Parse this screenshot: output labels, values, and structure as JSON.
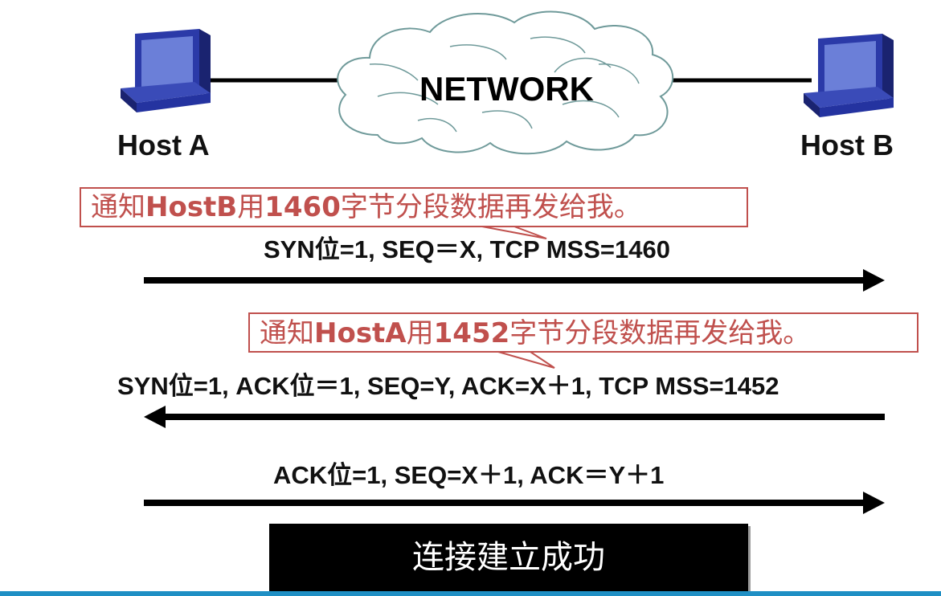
{
  "hosts": {
    "a_label": "Host A",
    "b_label": "Host B"
  },
  "network_label": "NETWORK",
  "callouts": [
    {
      "parts": [
        "通知",
        "HostB",
        "用",
        "1460",
        "字节分段数据再发给我。"
      ]
    },
    {
      "parts": [
        "通知",
        "HostA",
        "用",
        "1452",
        "字节分段数据再发给我。"
      ]
    }
  ],
  "messages": [
    {
      "text": "SYN位=1, SEQ＝X, TCP MSS=1460",
      "direction": "right"
    },
    {
      "text": "SYN位=1, ACK位＝1, SEQ=Y, ACK=X＋1, TCP MSS=1452",
      "direction": "left"
    },
    {
      "text": "ACK位=1, SEQ=X＋1, ACK＝Y＋1",
      "direction": "right"
    }
  ],
  "result_text": "连接建立成功",
  "colors": {
    "callout": "#c0504d",
    "computer_face": "#2b3aa8",
    "computer_screen": "#6b7fd8",
    "stripe": "#1f8fc4"
  },
  "icons": [
    "computer-icon",
    "cloud-icon",
    "arrow-right-icon",
    "arrow-left-icon"
  ]
}
